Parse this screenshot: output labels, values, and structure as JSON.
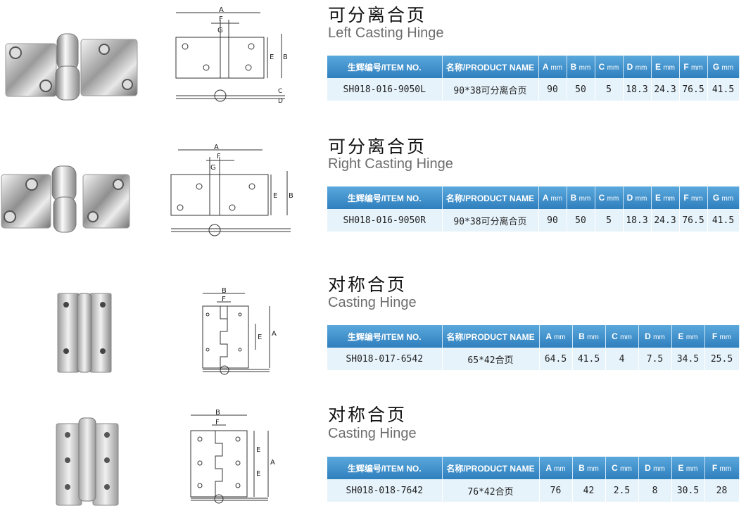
{
  "columns_4": [
    "生辉编号/ITEM NO.",
    "名称/PRODUCT NAME",
    "A",
    "B",
    "C",
    "D",
    "E",
    "F",
    "G"
  ],
  "columns_3": [
    "生辉编号/ITEM NO.",
    "名称/PRODUCT NAME",
    "A",
    "B",
    "C",
    "D",
    "E",
    "F"
  ],
  "unit": "mm",
  "products": [
    {
      "title_cn": "可分离合页",
      "title_en": "Left Casting Hinge",
      "item_no": "SH018-016-9050L",
      "name": "90*38可分离合页",
      "dims": [
        "90",
        "50",
        "5",
        "18.3",
        "24.3",
        "76.5",
        "41.5"
      ]
    },
    {
      "title_cn": "可分离合页",
      "title_en": "Right Casting Hinge",
      "item_no": "SH018-016-9050R",
      "name": "90*38可分离合页",
      "dims": [
        "90",
        "50",
        "5",
        "18.3",
        "24.3",
        "76.5",
        "41.5"
      ]
    },
    {
      "title_cn": "对称合页",
      "title_en": "Casting Hinge",
      "item_no": "SH018-017-6542",
      "name": "65*42合页",
      "dims": [
        "64.5",
        "41.5",
        "4",
        "7.5",
        "34.5",
        "25.5"
      ]
    },
    {
      "title_cn": "对称合页",
      "title_en": "Casting Hinge",
      "item_no": "SH018-018-7642",
      "name": "76*42合页",
      "dims": [
        "76",
        "42",
        "2.5",
        "8",
        "30.5",
        "28"
      ]
    }
  ],
  "drawing_labels": {
    "a": "A",
    "b": "B",
    "c": "C",
    "d": "D",
    "e": "E",
    "f": "F",
    "g": "G"
  }
}
